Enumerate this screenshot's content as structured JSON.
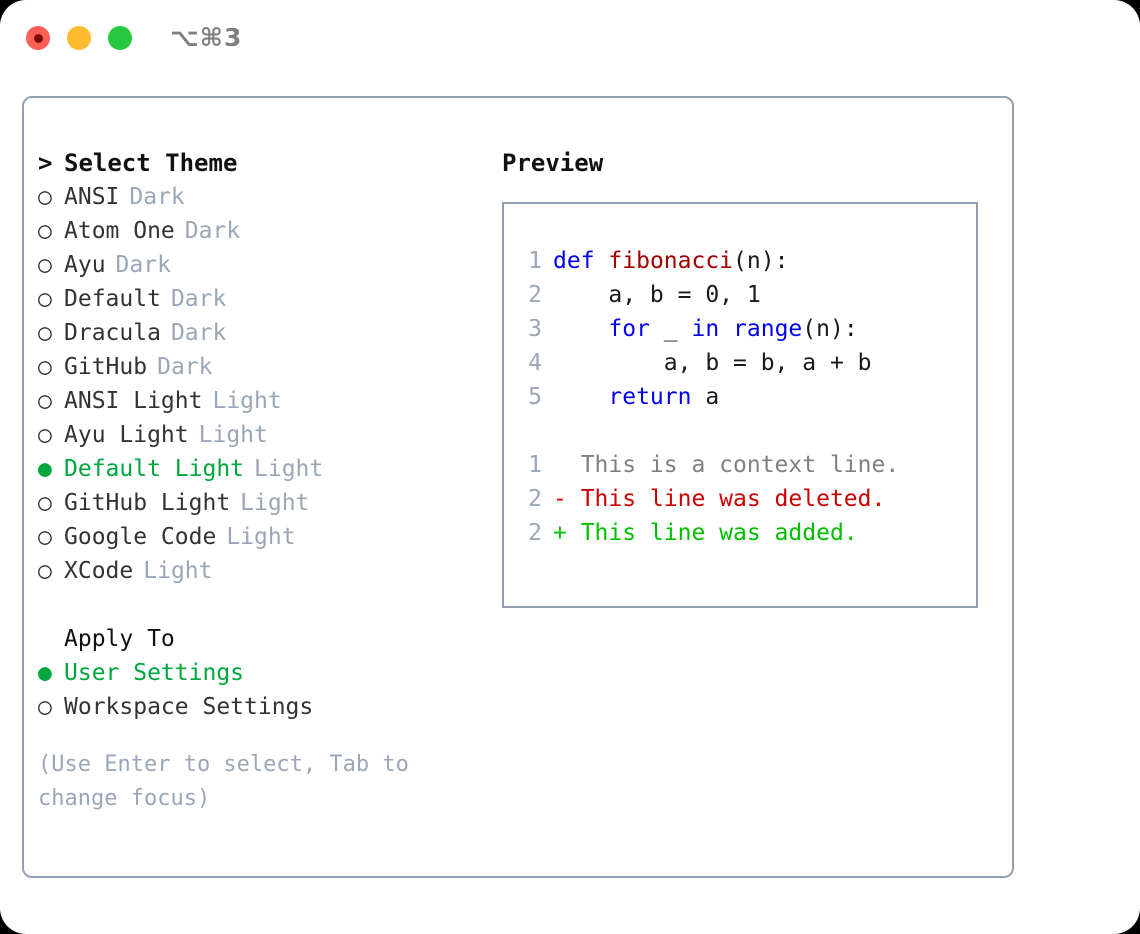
{
  "titlebar": {
    "traffic_lights": [
      {
        "name": "close",
        "color": "#ff5f57"
      },
      {
        "name": "minimize",
        "color": "#febc2e"
      },
      {
        "name": "maximize",
        "color": "#28c840"
      }
    ],
    "shortcut": "⌥⌘3"
  },
  "accent_colors": {
    "selected_green": "#00a63e",
    "muted_tag": "#9aa7b8",
    "border": "#93a1b1",
    "keyword_blue": "#0000ee",
    "function_red": "#a30000",
    "diff_deleted": "#cc0000",
    "diff_added": "#00c000",
    "diff_context": "#808080"
  },
  "theme_list": {
    "header": {
      "prefix": ">",
      "label": "Select Theme"
    },
    "items": [
      {
        "bullet": "○",
        "label": "ANSI",
        "tag": "Dark",
        "selected": false
      },
      {
        "bullet": "○",
        "label": "Atom One",
        "tag": "Dark",
        "selected": false
      },
      {
        "bullet": "○",
        "label": "Ayu",
        "tag": "Dark",
        "selected": false
      },
      {
        "bullet": "○",
        "label": "Default",
        "tag": "Dark",
        "selected": false
      },
      {
        "bullet": "○",
        "label": "Dracula",
        "tag": "Dark",
        "selected": false
      },
      {
        "bullet": "○",
        "label": "GitHub",
        "tag": "Dark",
        "selected": false
      },
      {
        "bullet": "○",
        "label": "ANSI Light",
        "tag": "Light",
        "selected": false
      },
      {
        "bullet": "○",
        "label": "Ayu Light",
        "tag": "Light",
        "selected": false
      },
      {
        "bullet": "●",
        "label": "Default Light",
        "tag": "Light",
        "selected": true
      },
      {
        "bullet": "○",
        "label": "GitHub Light",
        "tag": "Light",
        "selected": false
      },
      {
        "bullet": "○",
        "label": "Google Code",
        "tag": "Light",
        "selected": false
      },
      {
        "bullet": "○",
        "label": "XCode",
        "tag": "Light",
        "selected": false
      }
    ]
  },
  "apply_to": {
    "header": "Apply To",
    "items": [
      {
        "bullet": "●",
        "label": "User Settings",
        "selected": true
      },
      {
        "bullet": "○",
        "label": "Workspace Settings",
        "selected": false
      }
    ]
  },
  "hint": "(Use Enter to select, Tab to change focus)",
  "preview": {
    "title": "Preview",
    "code_lines": [
      {
        "no": "1",
        "tokens": [
          {
            "t": "def",
            "c": "kw"
          },
          {
            "t": " ",
            "c": "plain"
          },
          {
            "t": "fibonacci",
            "c": "fn"
          },
          {
            "t": "(n):",
            "c": "plain"
          }
        ]
      },
      {
        "no": "2",
        "tokens": [
          {
            "t": "    a, b = 0, 1",
            "c": "plain"
          }
        ]
      },
      {
        "no": "3",
        "tokens": [
          {
            "t": "    ",
            "c": "plain"
          },
          {
            "t": "for",
            "c": "kw"
          },
          {
            "t": " _ ",
            "c": "plain"
          },
          {
            "t": "in",
            "c": "kw"
          },
          {
            "t": " ",
            "c": "plain"
          },
          {
            "t": "range",
            "c": "kw"
          },
          {
            "t": "(n):",
            "c": "plain"
          }
        ]
      },
      {
        "no": "4",
        "tokens": [
          {
            "t": "        a, b = b, a + b",
            "c": "plain"
          }
        ]
      },
      {
        "no": "5",
        "tokens": [
          {
            "t": "    ",
            "c": "plain"
          },
          {
            "t": "return",
            "c": "kw"
          },
          {
            "t": " a",
            "c": "plain"
          }
        ]
      }
    ],
    "diff_lines": [
      {
        "no": "1",
        "marker": " ",
        "text": "  This is a context line.",
        "kind": "ctx"
      },
      {
        "no": "2",
        "marker": "-",
        "text": "- This line was deleted.",
        "kind": "del"
      },
      {
        "no": "2",
        "marker": "+",
        "text": "+ This line was added.",
        "kind": "add"
      }
    ]
  }
}
